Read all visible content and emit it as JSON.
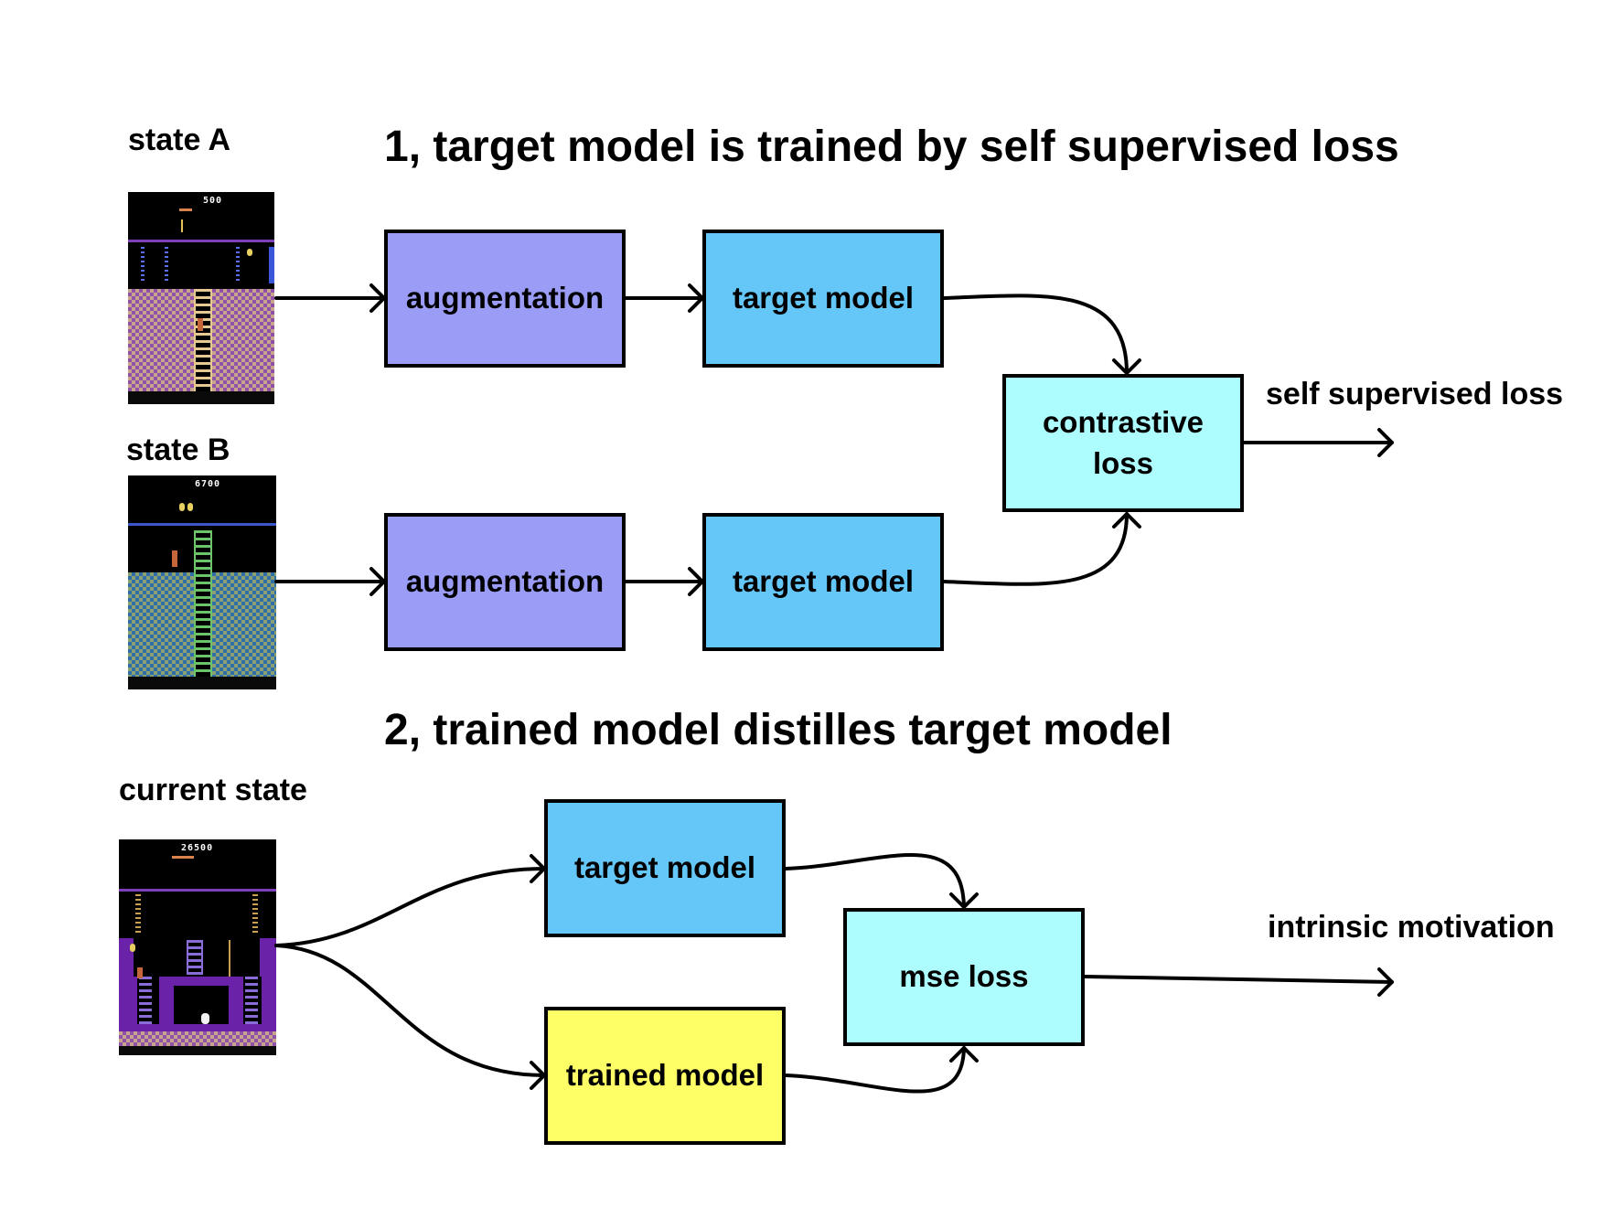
{
  "section1": {
    "title": "1, target model is trained by self supervised loss",
    "state_a_label": "state A",
    "state_b_label": "state B",
    "state_a_score": "500",
    "state_b_score": "6700",
    "row_a": {
      "augmentation": "augmentation",
      "target_model": "target model"
    },
    "row_b": {
      "augmentation": "augmentation",
      "target_model": "target model"
    },
    "contrastive_loss_line1": "contrastive",
    "contrastive_loss_line2": "loss",
    "output_label": "self supervised loss"
  },
  "section2": {
    "title": "2, trained model distilles target model",
    "current_state_label": "current state",
    "current_state_score": "26500",
    "target_model": "target model",
    "trained_model": "trained model",
    "mse_loss": "mse loss",
    "output_label": "intrinsic motivation"
  },
  "colors": {
    "augmentation": "#9a9cf6",
    "target_model": "#64c7f8",
    "loss": "#adfdff",
    "trained_model": "#fefe66"
  }
}
